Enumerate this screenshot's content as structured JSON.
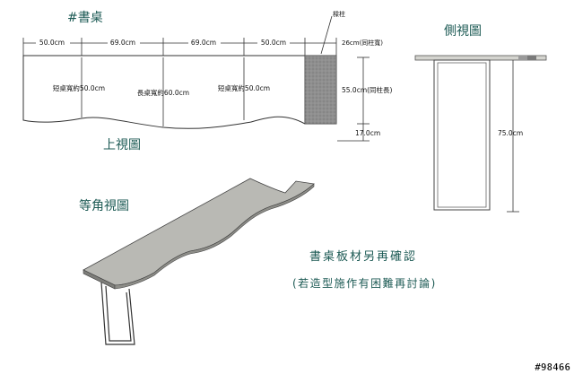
{
  "top_view": {
    "heading": "#書桌",
    "caption": "上視圖",
    "widths": [
      "50.0cm",
      "69.0cm",
      "69.0cm",
      "50.0cm",
      "26cm(同柱寬)"
    ],
    "depths": [
      "短桌寬約50.0cm",
      "長桌寬約60.0cm",
      "短桌寬約50.0cm"
    ],
    "column_label": "樑柱",
    "column_depth": "55.0cm(同柱長)",
    "extra_depth": "17.0cm"
  },
  "side_view": {
    "caption": "側視圖",
    "height": "75.0cm"
  },
  "iso_view": {
    "caption": "等角視圖"
  },
  "notes": {
    "line1": "書桌板材另再確認",
    "line2": "(若造型施作有困難再討論)"
  },
  "watermark": "#98466",
  "colors": {
    "column_fill": "#8f8f8f",
    "board_fill": "#b9b9b4",
    "side_board": "#d4d4cf",
    "caption_text": "#1c5a54"
  }
}
